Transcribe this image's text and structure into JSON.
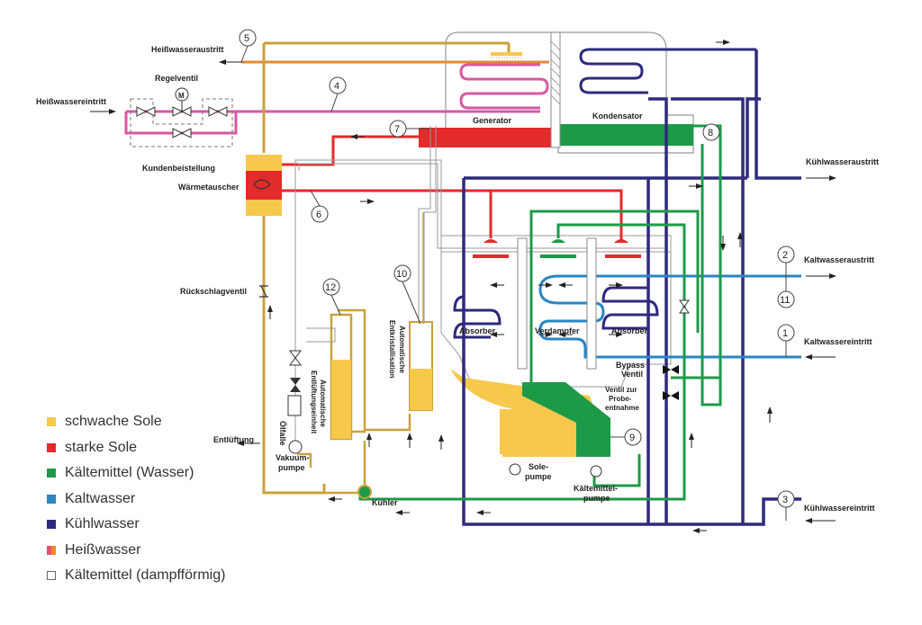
{
  "colors": {
    "weak": "#f6c84c",
    "strong": "#e42a2a",
    "refrig": "#1d9a48",
    "chilled": "#2b86c2",
    "cooling": "#2f2a7d",
    "hot": "#d65aa0",
    "hotOrange": "#f08a2a",
    "vapor": "#ffffff",
    "gold": "#c9a23a",
    "outline": "#999999"
  },
  "labels": {
    "heisswasseraustritt": "Heißwasseraustritt",
    "heisswassereintritt": "Heißwassereintritt",
    "regelventil": "Regelventil",
    "kundenbeistellung": "Kundenbeistellung",
    "waermetauscher": "Wärmetauscher",
    "rueckschlagventil": "Rückschlagventil",
    "entlueftung": "Entlüftung",
    "vakuum1": "Vakuum-",
    "vakuum2": "pumpe",
    "oelfalle": "Ölfalle",
    "autoEntl1": "Automatische",
    "autoEntl2": "Entlüftungseinheit",
    "autoEntk1": "Automatische",
    "autoEntk2": "Entkristallisation",
    "generator": "Generator",
    "kondensator": "Kondensator",
    "absorberL": "Absorber",
    "verdampfer": "Verdampfer",
    "absorberR": "Absorber",
    "bypass1": "Bypass",
    "bypass2": "Ventil",
    "probe1": "Ventil zur",
    "probe2": "Probe-",
    "probe3": "entnahme",
    "sole1": "Sole-",
    "sole2": "pumpe",
    "kaeltepumpe1": "Kältemittel-",
    "kaeltepumpe2": "pumpe",
    "kuehler": "Kühler",
    "kuehlwasseraustritt": "Kühlwasseraustritt",
    "kaltwasseraustritt": "Kaltwasseraustritt",
    "kaltwassereintritt": "Kaltwassereintritt",
    "kuehlwassereintritt": "Kühlwassereintritt"
  },
  "markers": {
    "m1": "1",
    "m2": "2",
    "m3": "3",
    "m4": "4",
    "m5": "5",
    "m6": "6",
    "m7": "7",
    "m8": "8",
    "m9": "9",
    "m10": "10",
    "m11": "11",
    "m12": "12",
    "motor": "M"
  },
  "legend": [
    {
      "label": "schwache Sole",
      "color": "#f6c84c"
    },
    {
      "label": "starke Sole",
      "color": "#e42a2a"
    },
    {
      "label": "Kältemittel (Wasser)",
      "color": "#1d9a48"
    },
    {
      "label": "Kaltwasser",
      "color": "#2b86c2"
    },
    {
      "label": "Kühlwasser",
      "color": "#2f2a7d"
    },
    {
      "label": "Heißwasser",
      "color": "#e8506a",
      "color2": "#f08a2a"
    },
    {
      "label": "Kältemittel (dampfförmig)",
      "color": "#ffffff"
    }
  ]
}
